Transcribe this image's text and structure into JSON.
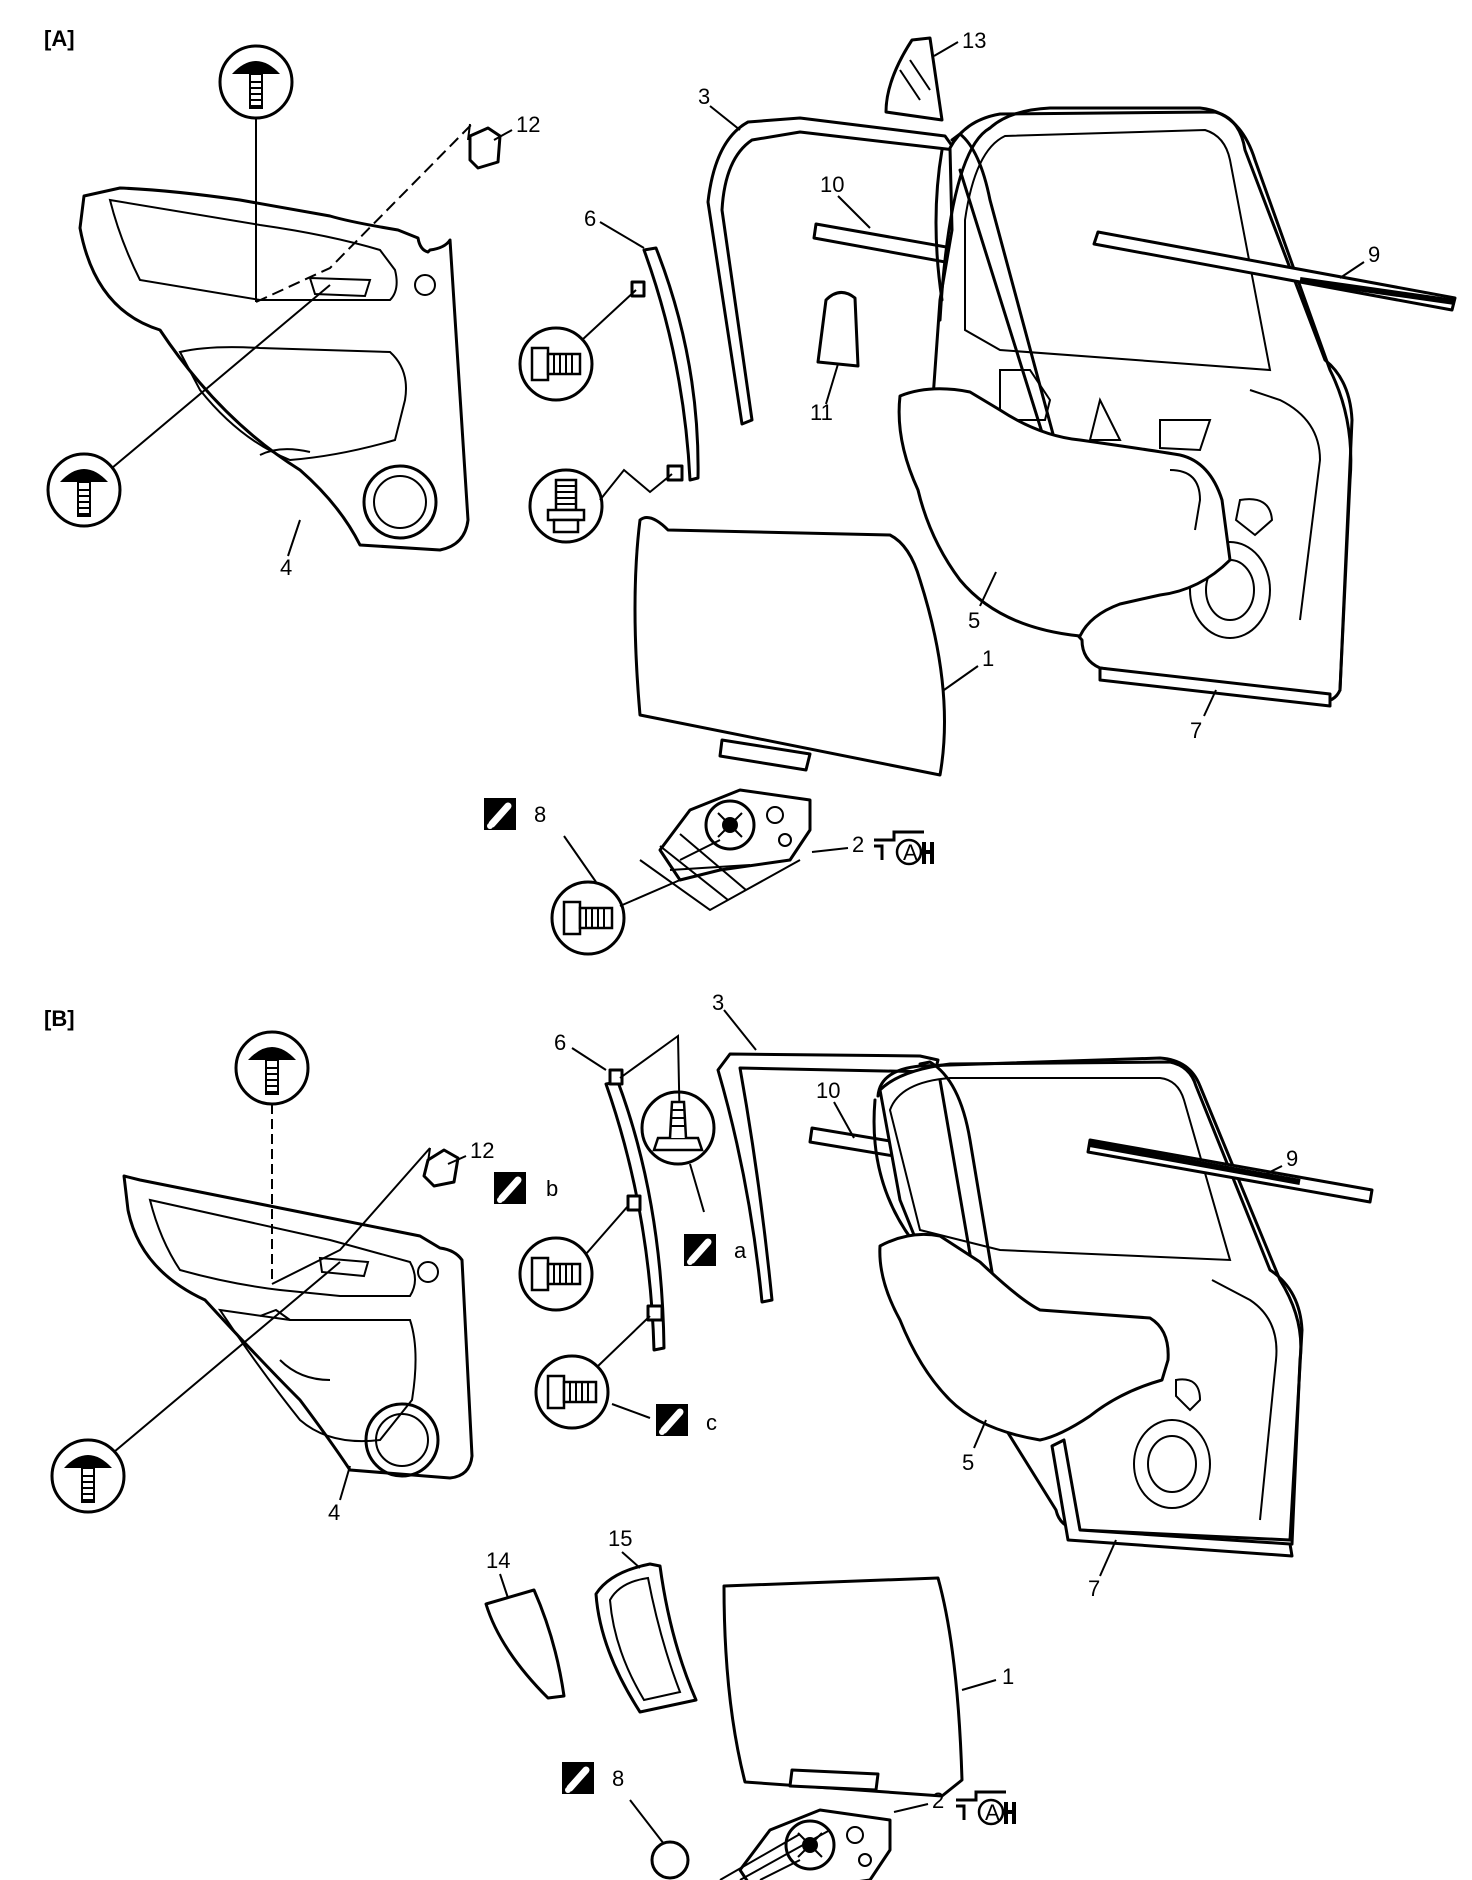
{
  "sections": [
    {
      "id": "A",
      "label": "[A]",
      "callouts": [
        "1",
        "2",
        "3",
        "4",
        "5",
        "6",
        "7",
        "8",
        "9",
        "10",
        "11",
        "12",
        "13"
      ]
    },
    {
      "id": "B",
      "label": "[B]",
      "callouts": [
        "1",
        "2",
        "3",
        "4",
        "5",
        "6",
        "7",
        "8",
        "9",
        "10",
        "12",
        "14",
        "15"
      ],
      "torque_marks": [
        "a",
        "b",
        "c"
      ]
    }
  ],
  "symbols": {
    "grease": "A",
    "icons": [
      "clip-icon",
      "bolt-icon",
      "torque-wrench-icon",
      "grease-icon"
    ]
  }
}
